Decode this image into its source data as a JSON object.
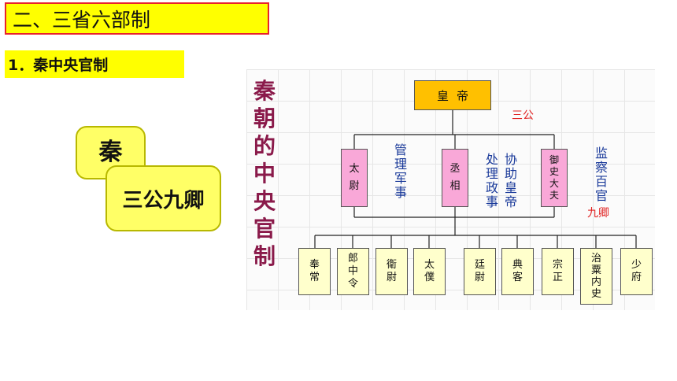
{
  "header": {
    "section_title": "二、三省六部制",
    "sub_title": "1．秦中央官制"
  },
  "bubbles": {
    "qin": "秦",
    "sangong_jiuqing": "三公九卿"
  },
  "diagram": {
    "vertical_title": [
      "秦",
      "朝",
      "的",
      "中",
      "央",
      "官",
      "制"
    ],
    "emperor": [
      "皇",
      "帝"
    ],
    "sangong_label": "三公",
    "jiuqing_label": "九卿",
    "sangong": [
      {
        "name": [
          "太",
          "尉"
        ],
        "duty": [
          "管",
          "理",
          "军",
          "事"
        ]
      },
      {
        "name": [
          "丞",
          "相"
        ],
        "duty_col1": [
          "处",
          "理",
          "政",
          "事"
        ],
        "duty_col2": [
          "协",
          "助",
          "皇",
          "帝"
        ]
      },
      {
        "name": [
          "御",
          "史",
          "大",
          "夫"
        ],
        "duty": [
          "监",
          "察",
          "百",
          "官"
        ]
      }
    ],
    "jiuqing": [
      [
        "奉",
        "常"
      ],
      [
        "郎",
        "中",
        "令"
      ],
      [
        "衛",
        "尉"
      ],
      [
        "太",
        "僕"
      ],
      [
        "廷",
        "尉"
      ],
      [
        "典",
        "客"
      ],
      [
        "宗",
        "正"
      ],
      [
        "治",
        "粟",
        "内",
        "史"
      ],
      [
        "少",
        "府"
      ]
    ],
    "colors": {
      "emperor_fill": "#ffc000",
      "sangong_fill": "#f9a8d8",
      "jiuqing_fill": "#ffffcc",
      "title_color": "#8a1a4a",
      "duty_text": "#1a3a9a",
      "label_red": "#e02020"
    }
  }
}
